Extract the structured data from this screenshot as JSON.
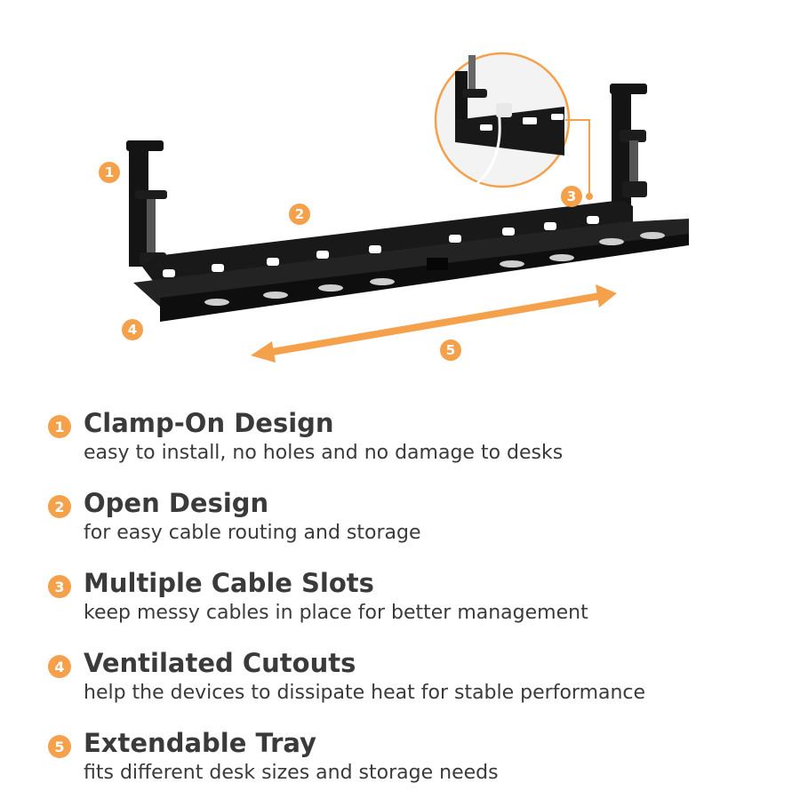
{
  "colors": {
    "accent": "#f5a04a",
    "product": "#141414",
    "text": "#3a3a3a"
  },
  "callouts": {
    "c1": "1",
    "c2": "2",
    "c3": "3",
    "c4": "4",
    "c5": "5"
  },
  "features": [
    {
      "number": "1",
      "title": "Clamp-On Design",
      "description": "easy to install, no holes and no damage to desks"
    },
    {
      "number": "2",
      "title": "Open Design",
      "description": "for easy cable routing and storage"
    },
    {
      "number": "3",
      "title": "Multiple Cable Slots",
      "description": "keep messy cables in place for better management"
    },
    {
      "number": "4",
      "title": "Ventilated Cutouts",
      "description": "help the devices to dissipate heat for stable performance"
    },
    {
      "number": "5",
      "title": "Extendable Tray",
      "description": "fits different desk sizes and storage needs"
    }
  ]
}
